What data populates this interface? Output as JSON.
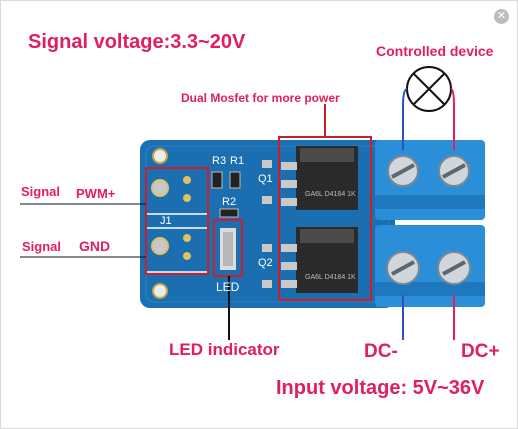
{
  "labels": {
    "signal_voltage": "Signal voltage:3.3~20V",
    "controlled_device": "Controlled device",
    "dual_mosfet": "Dual Mosfet for more power",
    "signal_1": "Signal",
    "pwm": "PWM+",
    "signal_2": "Signal",
    "gnd": "GND",
    "led_indicator": "LED indicator",
    "dc_minus": "DC-",
    "dc_plus": "DC+",
    "input_voltage": "Input voltage: 5V~36V"
  },
  "board": {
    "r3": "R3",
    "r1": "R1",
    "r2": "R2",
    "q1": "Q1",
    "q2": "Q2",
    "j1": "J1",
    "led": "LED",
    "chip_top": "GA6L  D4184  1K",
    "chip_bottom": "GA6L  D4184  1K"
  },
  "close_icon": "close-icon",
  "colors": {
    "label": "#e0205c",
    "board": "#1b6fb0",
    "terminal": "#2a8fd8",
    "outline": "#cc1f2a",
    "line": "#3050c0"
  }
}
